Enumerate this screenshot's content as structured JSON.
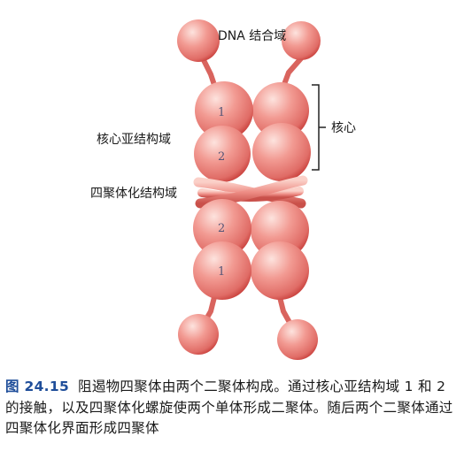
{
  "figure": {
    "labels": {
      "dna_binding": "DNA 结合域",
      "core": "核心",
      "core_subdomain": "核心亚结构域",
      "tetramer_domain": "四聚体化结构域"
    },
    "sphere_numbers": {
      "upper_1": "1",
      "upper_2": "2",
      "lower_2": "2",
      "lower_1": "1"
    }
  },
  "caption": {
    "figure_number": "图 24.15",
    "text": "阻遏物四聚体由两个二聚体构成。通过核心亚结构域 1 和 2 的接触，以及四聚体化螺旋使两个单体形成二聚体。随后两个二聚体通过四聚体化界面形成四聚体"
  },
  "colors": {
    "sphere": "#ef7f7a",
    "sphere_highlight": "#fde3de",
    "sphere_shadow": "#c9403c",
    "bracket": "#222222",
    "figure_number": "#1f4e9a"
  }
}
